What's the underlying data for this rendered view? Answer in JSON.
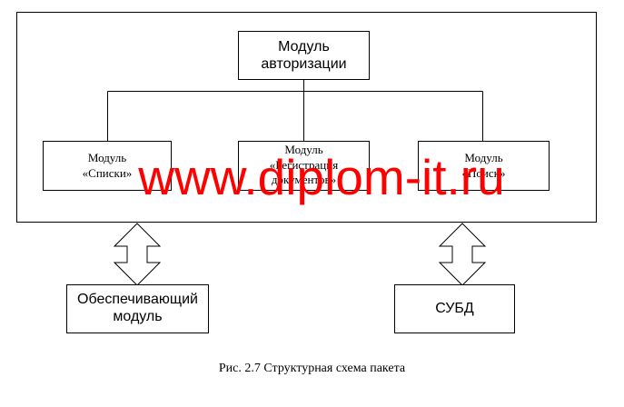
{
  "diagram": {
    "authorization_module": "Модуль\nавторизации",
    "lists_module": "Модуль\n«Списки»",
    "registration_module": "Модуль\n«Регистрация\nдокументов»",
    "search_module": "Модуль\n«Поиск»",
    "support_module": "Обеспечивающий\nмодуль",
    "dbms": "СУБД"
  },
  "watermark": "www.diplom-it.ru",
  "caption": "Рис. 2.7 Структурная схема пакета"
}
